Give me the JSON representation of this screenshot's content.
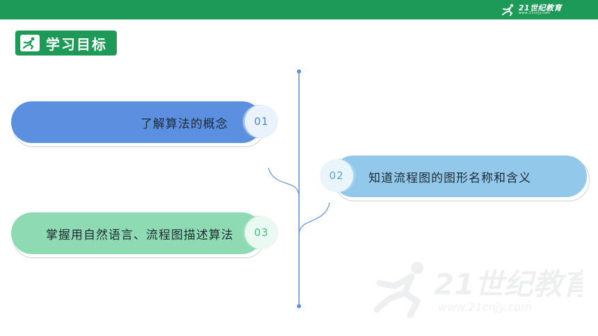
{
  "brand": {
    "name": "21世纪教育",
    "url": "www.21cnjy.com",
    "bar_color": "#1e9a58"
  },
  "title_badge": {
    "label": "学习目标",
    "icon": "runner-icon"
  },
  "objectives": [
    {
      "number": "01",
      "text": "了解算法的概念",
      "color": "#5b8fe0"
    },
    {
      "number": "02",
      "text": "知道流程图的图形名称和含义",
      "color": "#92c9ea"
    },
    {
      "number": "03",
      "text": "掌握用自然语言、流程图描述算法",
      "color": "#8edbb3"
    }
  ]
}
